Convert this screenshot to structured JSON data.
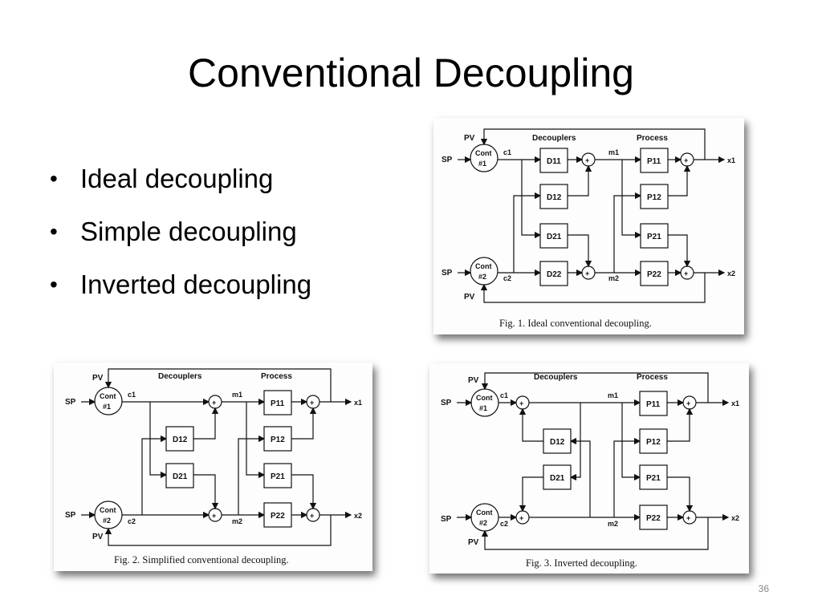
{
  "slide": {
    "title": "Conventional Decoupling",
    "bullets": [
      "Ideal decoupling",
      "Simple decoupling",
      "Inverted decoupling"
    ],
    "page_number": "36"
  },
  "figures": {
    "fig1": {
      "caption": "Fig. 1. Ideal conventional decoupling.",
      "header_decouplers": "Decouplers",
      "header_process": "Process",
      "sp": "SP",
      "pv": "PV",
      "cont1": "Cont",
      "cont1_num": "#1",
      "cont2": "Cont",
      "cont2_num": "#2",
      "c1": "c1",
      "c2": "c2",
      "m1": "m1",
      "m2": "m2",
      "x1": "x1",
      "x2": "x2",
      "d11": "D11",
      "d12": "D12",
      "d21": "D21",
      "d22": "D22",
      "p11": "P11",
      "p12": "P12",
      "p21": "P21",
      "p22": "P22"
    },
    "fig2": {
      "caption": "Fig. 2. Simplified conventional decoupling.",
      "header_decouplers": "Decouplers",
      "header_process": "Process",
      "sp": "SP",
      "pv": "PV",
      "cont1": "Cont",
      "cont1_num": "#1",
      "cont2": "Cont",
      "cont2_num": "#2",
      "c1": "c1",
      "c2": "c2",
      "m1": "m1",
      "m2": "m2",
      "x1": "x1",
      "x2": "x2",
      "d12": "D12",
      "d21": "D21",
      "p11": "P11",
      "p12": "P12",
      "p21": "P21",
      "p22": "P22"
    },
    "fig3": {
      "caption": "Fig. 3. Inverted decoupling.",
      "header_decouplers": "Decouplers",
      "header_process": "Process",
      "sp": "SP",
      "pv": "PV",
      "cont1": "Cont",
      "cont1_num": "#1",
      "cont2": "Cont",
      "cont2_num": "#2",
      "c1": "c1",
      "c2": "c2",
      "m1": "m1",
      "m2": "m2",
      "x1": "x1",
      "x2": "x2",
      "d12": "D12",
      "d21": "D21",
      "p11": "P11",
      "p12": "P12",
      "p21": "P21",
      "p22": "P22"
    }
  }
}
